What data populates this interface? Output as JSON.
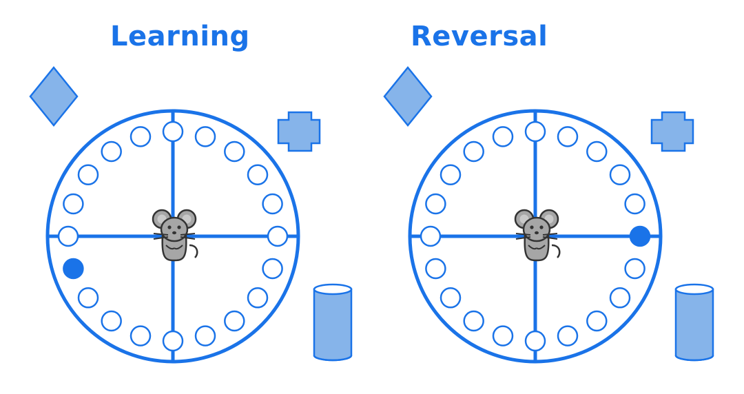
{
  "colors": {
    "accent": "#1a73e8",
    "cue_fill": "#86b4ea",
    "cue_stroke": "#1a73e8",
    "mouse_body": "#a6a6a6",
    "mouse_stroke": "#333333"
  },
  "panels": [
    {
      "title": "Learning",
      "goal_hole_index": 14,
      "cues": [
        "diamond-cue",
        "cross-cue",
        "cylinder-cue"
      ]
    },
    {
      "title": "Reversal",
      "goal_hole_index": 5,
      "cues": [
        "diamond-cue",
        "cross-cue",
        "cylinder-cue"
      ]
    }
  ],
  "hole_count": 20
}
